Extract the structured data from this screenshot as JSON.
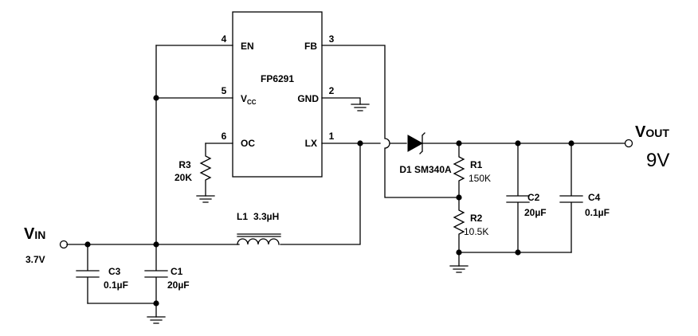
{
  "ic": {
    "name": "FP6291",
    "pins": {
      "en": {
        "num": "4",
        "name": "EN"
      },
      "vcc": {
        "num": "5",
        "name_main": "V",
        "name_sub": "CC"
      },
      "oc": {
        "num": "6",
        "name": "OC"
      },
      "fb": {
        "num": "3",
        "name": "FB"
      },
      "gnd": {
        "num": "2",
        "name": "GND"
      },
      "lx": {
        "num": "1",
        "name": "LX"
      }
    }
  },
  "components": {
    "r3": {
      "ref": "R3",
      "value": "20K"
    },
    "l1": {
      "ref": "L1",
      "value": "3.3µH"
    },
    "d1": {
      "label": "D1 SM340A"
    },
    "r1": {
      "ref": "R1",
      "value": "150K"
    },
    "r2": {
      "ref": "R2",
      "value": "10.5K"
    },
    "c1": {
      "ref": "C1",
      "value": "20µF"
    },
    "c2": {
      "ref": "C2",
      "value": "20µF"
    },
    "c3": {
      "ref": "C3",
      "value": "0.1µF"
    },
    "c4": {
      "ref": "C4",
      "value": "0.1µF"
    }
  },
  "input": {
    "name_main": "V",
    "name_sub": "IN",
    "voltage": "3.7V"
  },
  "output": {
    "name_main": "V",
    "name_sub": "OUT",
    "voltage": "9V"
  }
}
